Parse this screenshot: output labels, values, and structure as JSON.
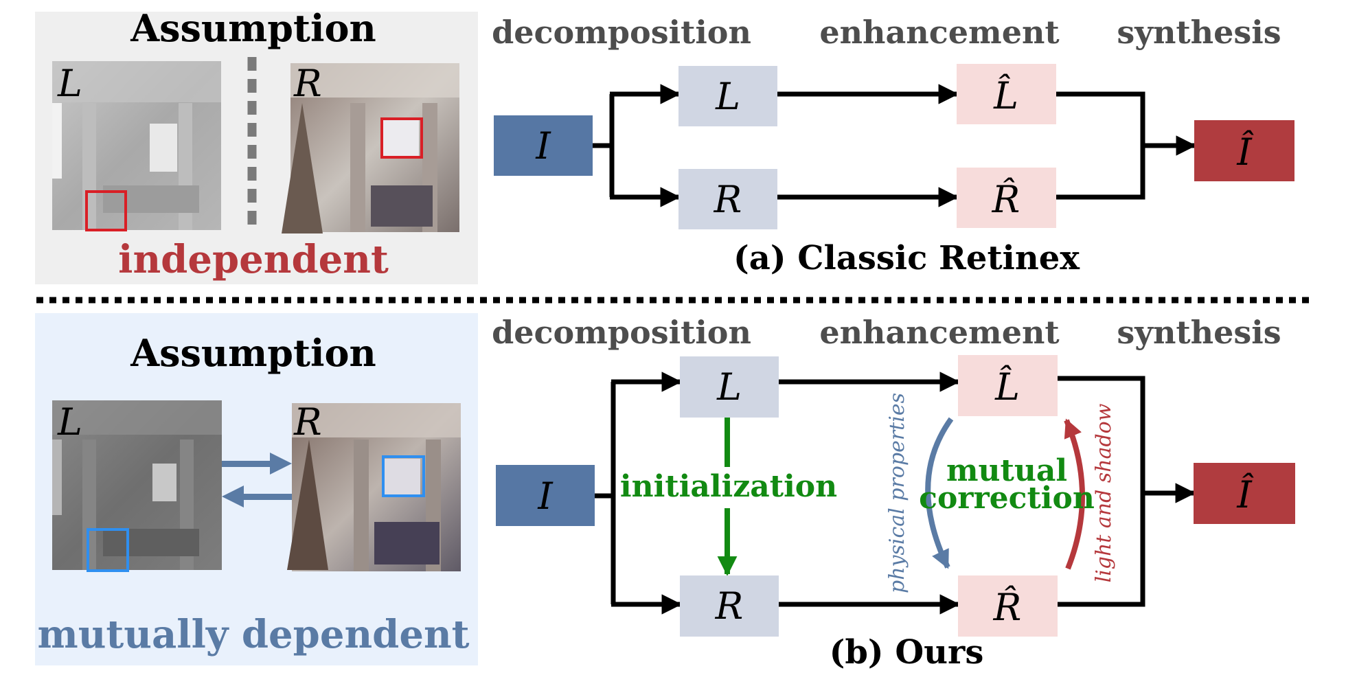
{
  "top": {
    "assumption_title": "Assumption",
    "photo_left_label": "L",
    "photo_right_label": "R",
    "assumption_text": "independent",
    "stage_decomposition": "decomposition",
    "stage_enhancement": "enhancement",
    "stage_synthesis": "synthesis",
    "node_input": "I",
    "node_L": "L",
    "node_R": "R",
    "node_L_hat": "L̂",
    "node_R_hat": "R̂",
    "node_output": "Î",
    "caption": "(a) Classic Retinex"
  },
  "bottom": {
    "assumption_title": "Assumption",
    "photo_left_label": "L",
    "photo_right_label": "R",
    "assumption_text": "mutually dependent",
    "stage_decomposition": "decomposition",
    "stage_enhancement": "enhancement",
    "stage_synthesis": "synthesis",
    "node_input": "I",
    "node_L": "L",
    "node_R": "R",
    "node_L_hat": "L̂",
    "node_R_hat": "R̂",
    "node_output": "Î",
    "initialization": "initialization",
    "mutual_line1": "mutual",
    "mutual_line2": "correction",
    "physical_properties": "physical properties",
    "light_and_shadow": "light and shadow",
    "caption": "(b) Ours"
  },
  "colors": {
    "input_blue": "#5677a4",
    "output_red": "#b03c3f",
    "decomp_box": "#d0d6e3",
    "enh_box": "#f7dcdb",
    "top_panel": "#efefef",
    "bottom_panel": "#e9f1fc",
    "red_text": "#b5383c",
    "blue_text": "#5a7ba5",
    "green": "#128a12",
    "stage_gray": "#4d4d4d",
    "highlight_red": "#d91f26",
    "highlight_blue": "#2f8ff0"
  }
}
